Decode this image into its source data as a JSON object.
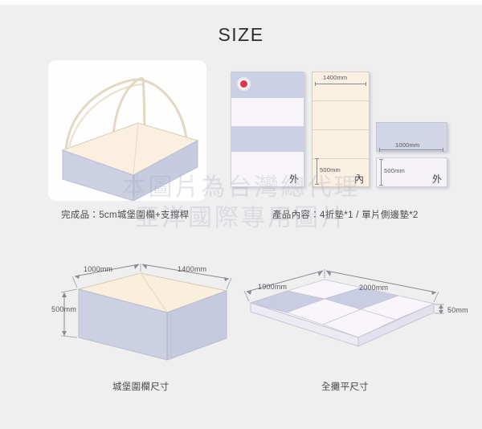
{
  "page": {
    "title": "SIZE",
    "background_color": "#efeff0",
    "watermark_line1": "本圖片為台灣總代理",
    "watermark_line2": "亞洋國際專用圖片"
  },
  "top_section": {
    "left_caption": "完成品：5cm城堡圍欄+支撐桿",
    "right_caption": "產品內容：4折墊*1 / 單片側邊墊*2",
    "outer_mat": {
      "face_label": "外",
      "stripe_color": "#ccd0e4",
      "base_color": "#f7f5f8",
      "logo_color": "#e0384a"
    },
    "inner_mat": {
      "face_label": "內",
      "width_label": "1400mm",
      "height_label": "500mm",
      "color": "#faf0e2",
      "fold_count": 4
    },
    "side_pad": {
      "face_label": "外",
      "width_label": "1000mm",
      "height_label": "500mm",
      "top_color": "#d2d5e6",
      "bottom_color": "#f5f3f7"
    }
  },
  "bottom_section": {
    "fence_diagram": {
      "caption": "城堡圍欄尺寸",
      "depth_label": "1000mm",
      "width_label": "1400mm",
      "height_label": "500mm",
      "wall_color": "#ccd0e2",
      "floor_color": "#faeedd"
    },
    "flat_diagram": {
      "caption": "全攤平尺寸",
      "depth_label": "1900mm",
      "width_label": "2000mm",
      "thickness_label": "50mm",
      "panel_color_a": "#c9cde2",
      "panel_color_b": "#f8f6fa"
    }
  }
}
